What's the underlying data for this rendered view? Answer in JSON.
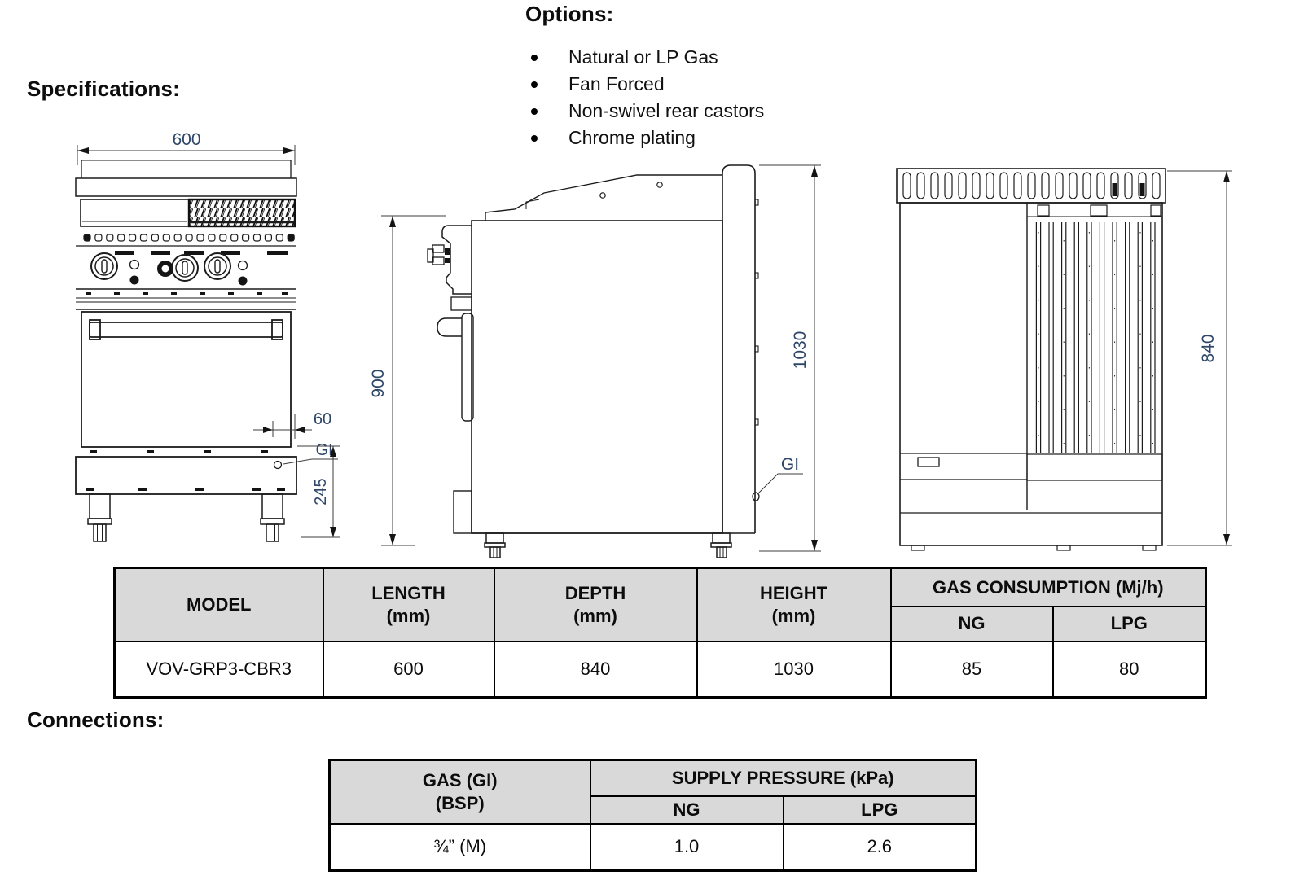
{
  "colors": {
    "dim_text": "#2e4668",
    "table_header_bg": "#d9d9d9",
    "line": "#1b1b1b"
  },
  "headings": {
    "options": "Options:",
    "specifications": "Specifications:",
    "connections": "Connections:"
  },
  "options": {
    "items": [
      "Natural or LP Gas",
      "Fan Forced",
      "Non-swivel rear castors",
      "Chrome plating"
    ]
  },
  "drawings": {
    "front": {
      "width_label": "600",
      "offset_label": "60",
      "gas_inlet_label": "GI",
      "base_height_label": "245"
    },
    "side": {
      "body_height_label": "900",
      "total_height_label": "1030",
      "gas_inlet_label": "GI"
    },
    "rear": {
      "depth_label": "840"
    }
  },
  "spec_table": {
    "headers": {
      "model": "MODEL",
      "length": "LENGTH",
      "length_unit": "(mm)",
      "depth": "DEPTH",
      "depth_unit": "(mm)",
      "height": "HEIGHT",
      "height_unit": "(mm)",
      "gas_consumption": "GAS CONSUMPTION (Mj/h)",
      "ng": "NG",
      "lpg": "LPG"
    },
    "row": {
      "model": "VOV-GRP3-CBR3",
      "length": "600",
      "depth": "840",
      "height": "1030",
      "ng": "85",
      "lpg": "80"
    }
  },
  "conn_table": {
    "headers": {
      "gas_line1": "GAS (GI)",
      "gas_line2": "(BSP)",
      "supply_pressure": "SUPPLY PRESSURE (kPa)",
      "ng": "NG",
      "lpg": "LPG"
    },
    "row": {
      "size": "¾” (M)",
      "ng": "1.0",
      "lpg": "2.6"
    }
  }
}
